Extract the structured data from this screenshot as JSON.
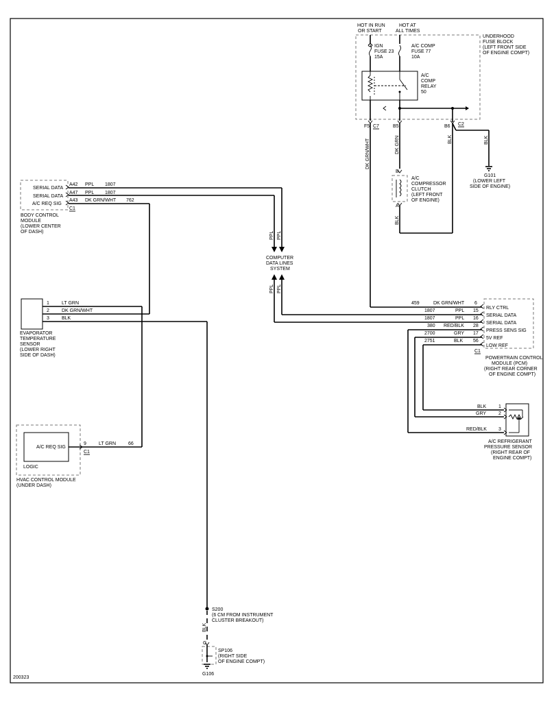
{
  "power": {
    "hot_in_run_1": "HOT IN RUN",
    "hot_in_run_2": "OR START",
    "hot_at_1": "HOT AT",
    "hot_at_2": "ALL TIMES"
  },
  "fuse_block": {
    "title_1": "UNDERHOOD",
    "title_2": "FUSE BLOCK",
    "title_3": "(LEFT FRONT SIDE",
    "title_4": "OF ENGINE COMPT)",
    "ign_1": "IGN",
    "ign_2": "FUSE 23",
    "ign_3": "15A",
    "ac_1": "A/C COMP",
    "ac_2": "FUSE 77",
    "ac_3": "10A",
    "relay_1": "A/C",
    "relay_2": "COMP",
    "relay_3": "RELAY",
    "relay_4": "50",
    "pin_f5": "F5",
    "conn_c7": "C7",
    "pin_b5": "B5",
    "pin_b6": "B6",
    "conn_c2": "C2"
  },
  "wires": {
    "dk_grn_wht": "DK GRN/WHT",
    "dk_grn": "DK GRN",
    "blk": "BLK",
    "ppl": "PPL"
  },
  "ground_g101": {
    "name": "G101",
    "loc_1": "(LOWER LEFT",
    "loc_2": "SIDE OF ENGINE)"
  },
  "clutch": {
    "pin_b": "B",
    "pin_a": "A",
    "label_1": "A/C",
    "label_2": "COMPRESSOR",
    "label_3": "CLUTCH",
    "label_4": "(LEFT FRONT",
    "label_5": "OF ENGINE)"
  },
  "bcm": {
    "rows": [
      {
        "label": "SERIAL DATA",
        "pin": "A42",
        "color": "PPL",
        "circuit": "1807"
      },
      {
        "label": "SERIAL DATA",
        "pin": "A47",
        "color": "PPL",
        "circuit": "1807"
      },
      {
        "label": "A/C REQ SIG",
        "pin": "A43",
        "color": "DK GRN/WHT",
        "circuit": "762"
      }
    ],
    "conn": "C1",
    "name_1": "BODY CONTROL",
    "name_2": "MODULE",
    "name_3": "(LOWER CENTER",
    "name_4": "OF DASH)"
  },
  "cdl": {
    "line_1": "COMPUTER",
    "line_2": "DATA LINES",
    "line_3": "SYSTEM"
  },
  "evap": {
    "rows": [
      {
        "pin": "1",
        "color": "LT GRN"
      },
      {
        "pin": "2",
        "color": "DK GRN/WHT"
      },
      {
        "pin": "3",
        "color": "BLK"
      }
    ],
    "name_1": "EVAPORATOR",
    "name_2": "TEMPERATURE",
    "name_3": "SENSOR",
    "name_4": "(LOWER RIGHT",
    "name_5": "SIDE OF DASH)"
  },
  "pcm": {
    "rows": [
      {
        "circuit": "459",
        "color": "DK GRN/WHT",
        "pin": "6",
        "label": "RLY CTRL"
      },
      {
        "circuit": "1807",
        "color": "PPL",
        "pin": "15",
        "label": "SERIAL DATA"
      },
      {
        "circuit": "1807",
        "color": "PPL",
        "pin": "16",
        "label": "SERIAL DATA"
      },
      {
        "circuit": "380",
        "color": "RED/BLK",
        "pin": "28",
        "label": "PRESS SENS SIG"
      },
      {
        "circuit": "2700",
        "color": "GRY",
        "pin": "17",
        "label": "5V REF"
      },
      {
        "circuit": "2751",
        "color": "BLK",
        "pin": "56",
        "label": "LOW REF"
      }
    ],
    "conn": "C1",
    "name_1": "POWERTRAIN CONTROL",
    "name_2": "MODULE (PCM)",
    "name_3": "(RIGHT REAR CORNER",
    "name_4": "OF ENGINE COMPT)"
  },
  "press": {
    "rows": [
      {
        "color": "BLK",
        "pin": "1"
      },
      {
        "color": "GRY",
        "pin": "2"
      },
      {
        "color": "RED/BLK",
        "pin": "3"
      }
    ],
    "name_1": "A/C REFRIGERANT",
    "name_2": "PRESSURE SENSOR",
    "name_3": "(RIGHT REAR OF",
    "name_4": "ENGINE COMPT)"
  },
  "hvac": {
    "req": "A/C REQ SIG",
    "logic": "LOGIC",
    "pin": "9",
    "conn": "C1",
    "color": "LT GRN",
    "circuit": "66",
    "name_1": "HVAC CONTROL MODULE",
    "name_2": "(UNDER DASH)"
  },
  "splice_s200": {
    "name": "S200",
    "loc_1": "(6 CM FROM INSTRUMENT",
    "loc_2": "CLUSTER BREAKOUT)"
  },
  "sp106": {
    "pin": "G",
    "name": "SP106",
    "loc_1": "(RIGHT SIDE",
    "loc_2": "OF ENGINE COMPT)"
  },
  "ground_g106": {
    "name": "G106"
  },
  "footer": {
    "id": "200323"
  }
}
